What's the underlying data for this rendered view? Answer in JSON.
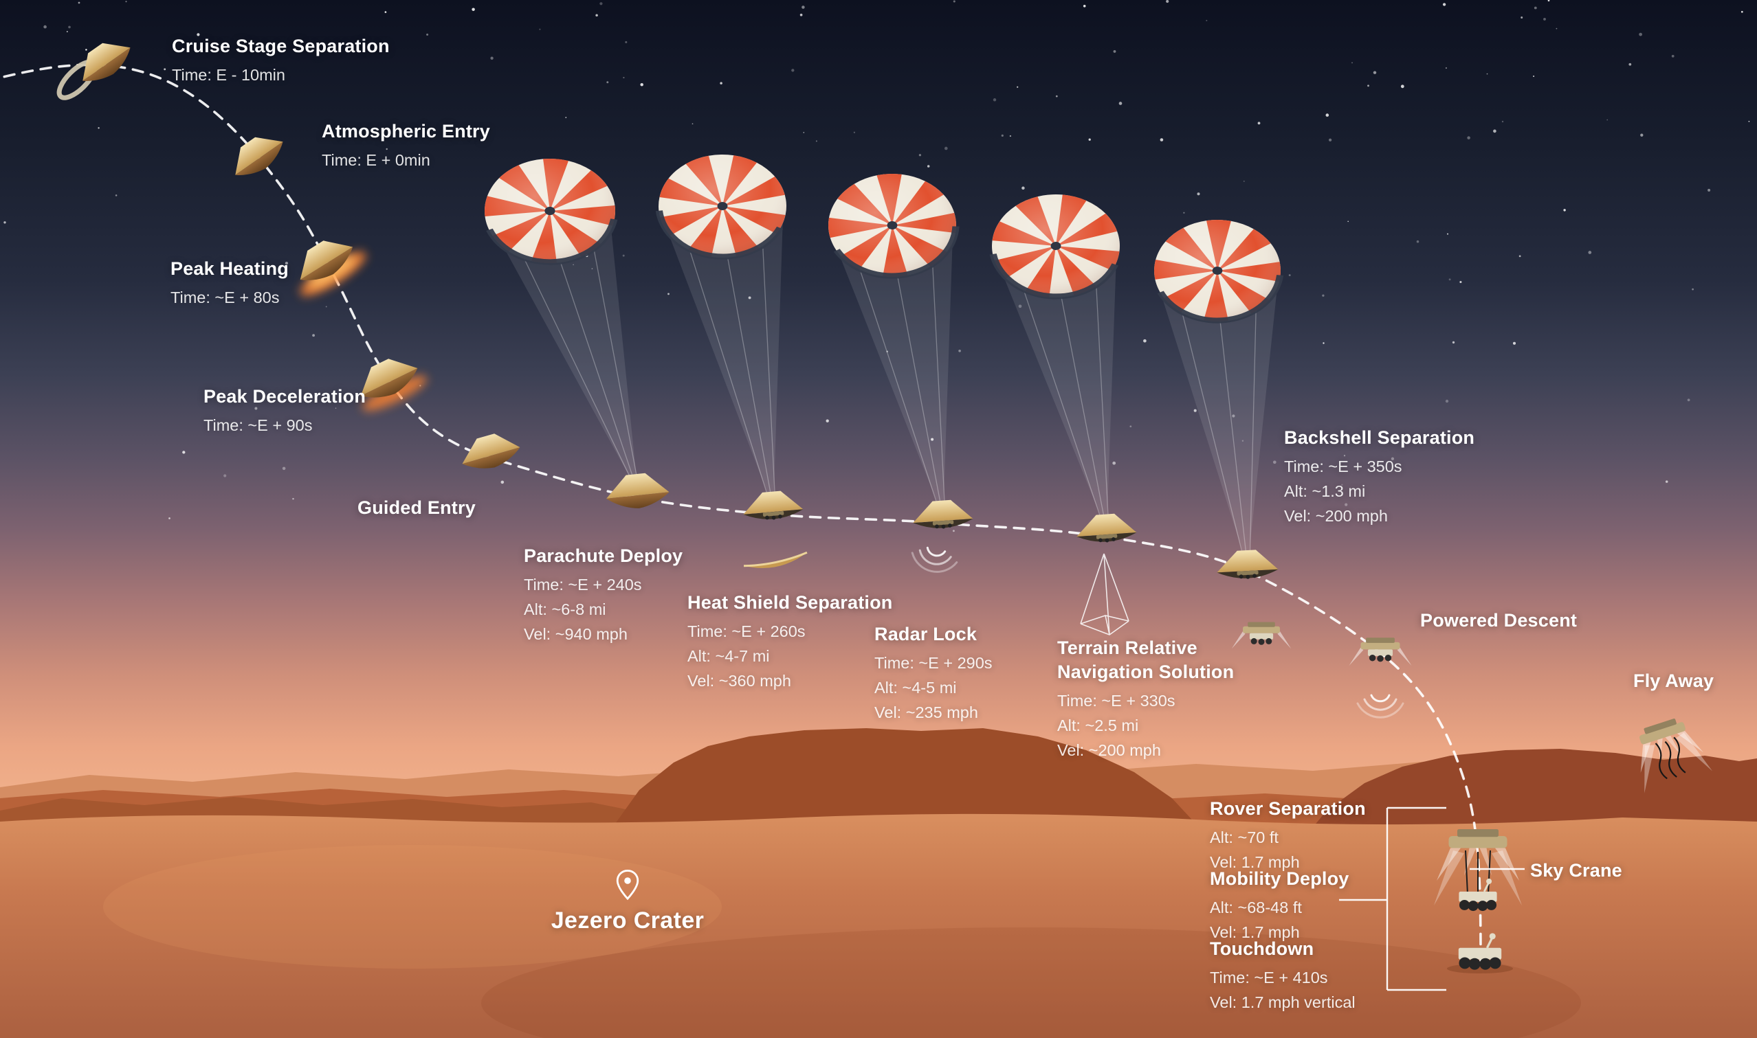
{
  "landing_site": {
    "name": "Jezero Crater"
  },
  "stages": [
    {
      "title": "Cruise Stage Separation",
      "details": [
        "Time: E - 10min"
      ]
    },
    {
      "title": "Atmospheric Entry",
      "details": [
        "Time: E + 0min"
      ]
    },
    {
      "title": "Peak Heating",
      "details": [
        "Time: ~E + 80s"
      ]
    },
    {
      "title": "Peak Deceleration",
      "details": [
        "Time: ~E + 90s"
      ]
    },
    {
      "title": "Guided Entry",
      "details": []
    },
    {
      "title": "Parachute Deploy",
      "details": [
        "Time: ~E + 240s",
        "Alt: ~6-8 mi",
        "Vel: ~940 mph"
      ]
    },
    {
      "title": "Heat Shield Separation",
      "details": [
        "Time: ~E + 260s",
        "Alt: ~4-7 mi",
        "Vel: ~360 mph"
      ]
    },
    {
      "title": "Radar Lock",
      "details": [
        "Time: ~E + 290s",
        "Alt: ~4-5 mi",
        "Vel: ~235 mph"
      ]
    },
    {
      "title": "Terrain Relative",
      "title2": "Navigation Solution",
      "details": [
        "Time: ~E + 330s",
        "Alt: ~2.5 mi",
        "Vel: ~200 mph"
      ]
    },
    {
      "title": "Backshell Separation",
      "details": [
        "Time: ~E + 350s",
        "Alt: ~1.3 mi",
        "Vel: ~200 mph"
      ]
    },
    {
      "title": "Powered Descent",
      "details": []
    },
    {
      "title": "Fly Away",
      "details": []
    },
    {
      "title": "Rover Separation",
      "details": [
        "Alt: ~70 ft",
        "Vel: 1.7 mph"
      ]
    },
    {
      "title": "Mobility Deploy",
      "details": [
        "Alt: ~68-48 ft",
        "Vel: 1.7 mph"
      ]
    },
    {
      "title": "Touchdown",
      "details": [
        "Time: ~E + 410s",
        "Vel: 1.7 mph vertical"
      ]
    },
    {
      "title": "Sky Crane",
      "details": []
    }
  ],
  "colors": {
    "sky_top": "#0d1120",
    "sky_horizon": "#f4b78f",
    "terrain_main": "#c4764a",
    "mesa_dark": "#9a4c28",
    "parachute_red": "#e2512f",
    "parachute_white": "#efe9dc",
    "parachute_band": "#343b4b",
    "capsule_gold": "#d9b876",
    "trajectory": "#ffffff",
    "label_text": "#ffffff"
  }
}
